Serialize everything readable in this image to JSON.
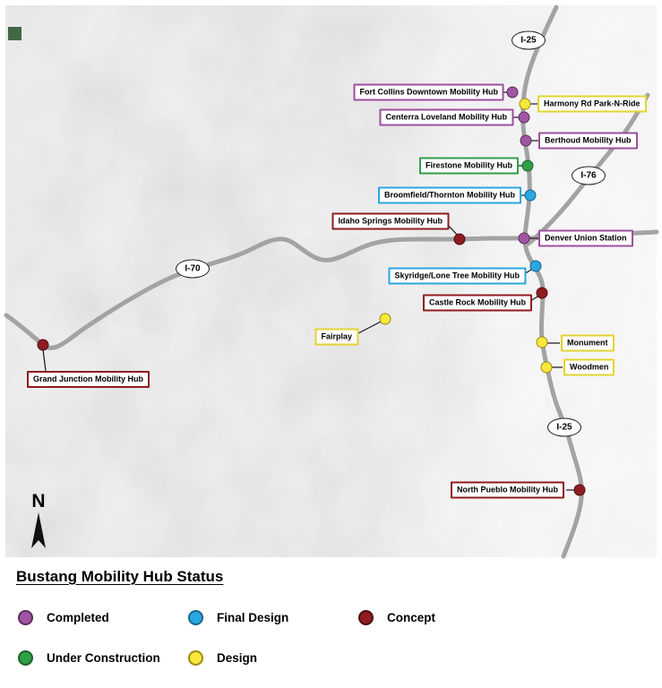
{
  "map": {
    "compass_label": "N",
    "shields": [
      {
        "label": "I-25"
      },
      {
        "label": "I-76"
      },
      {
        "label": "I-70"
      },
      {
        "label": "I-25"
      }
    ],
    "status_colors": {
      "completed": "#9e4f9f",
      "final_design": "#2aa7df",
      "concept": "#8e1c21",
      "under_construction": "#2f9f48",
      "design": "#f7e83b"
    },
    "hubs": [
      {
        "name": "Fort Collins Downtown Mobility Hub",
        "status": "Completed"
      },
      {
        "name": "Harmony Rd Park-N-Ride",
        "status": "Design"
      },
      {
        "name": "Centerra Loveland Mobility Hub",
        "status": "Completed"
      },
      {
        "name": "Berthoud Mobility Hub",
        "status": "Completed"
      },
      {
        "name": "Firestone Mobility Hub",
        "status": "Under Construction"
      },
      {
        "name": "Broomfield/Thornton Mobility Hub",
        "status": "Final Design"
      },
      {
        "name": "Idaho Springs Mobility Hub",
        "status": "Concept"
      },
      {
        "name": "Denver Union Station",
        "status": "Completed"
      },
      {
        "name": "Skyridge/Lone Tree Mobility Hub",
        "status": "Final Design"
      },
      {
        "name": "Castle Rock Mobility Hub",
        "status": "Concept"
      },
      {
        "name": "Fairplay",
        "status": "Design"
      },
      {
        "name": "Monument",
        "status": "Design"
      },
      {
        "name": "Woodmen",
        "status": "Design"
      },
      {
        "name": "Grand Junction Mobility Hub",
        "status": "Concept"
      },
      {
        "name": "North Pueblo Mobility Hub",
        "status": "Concept"
      }
    ]
  },
  "legend": {
    "title": "Bustang Mobility Hub Status",
    "items": [
      {
        "label": "Completed",
        "color": "#9e4f9f"
      },
      {
        "label": "Final Design",
        "color": "#2aa7df"
      },
      {
        "label": "Concept",
        "color": "#8e1c21"
      },
      {
        "label": "Under Construction",
        "color": "#2f9f48"
      },
      {
        "label": "Design",
        "color": "#f7e83b"
      }
    ]
  }
}
